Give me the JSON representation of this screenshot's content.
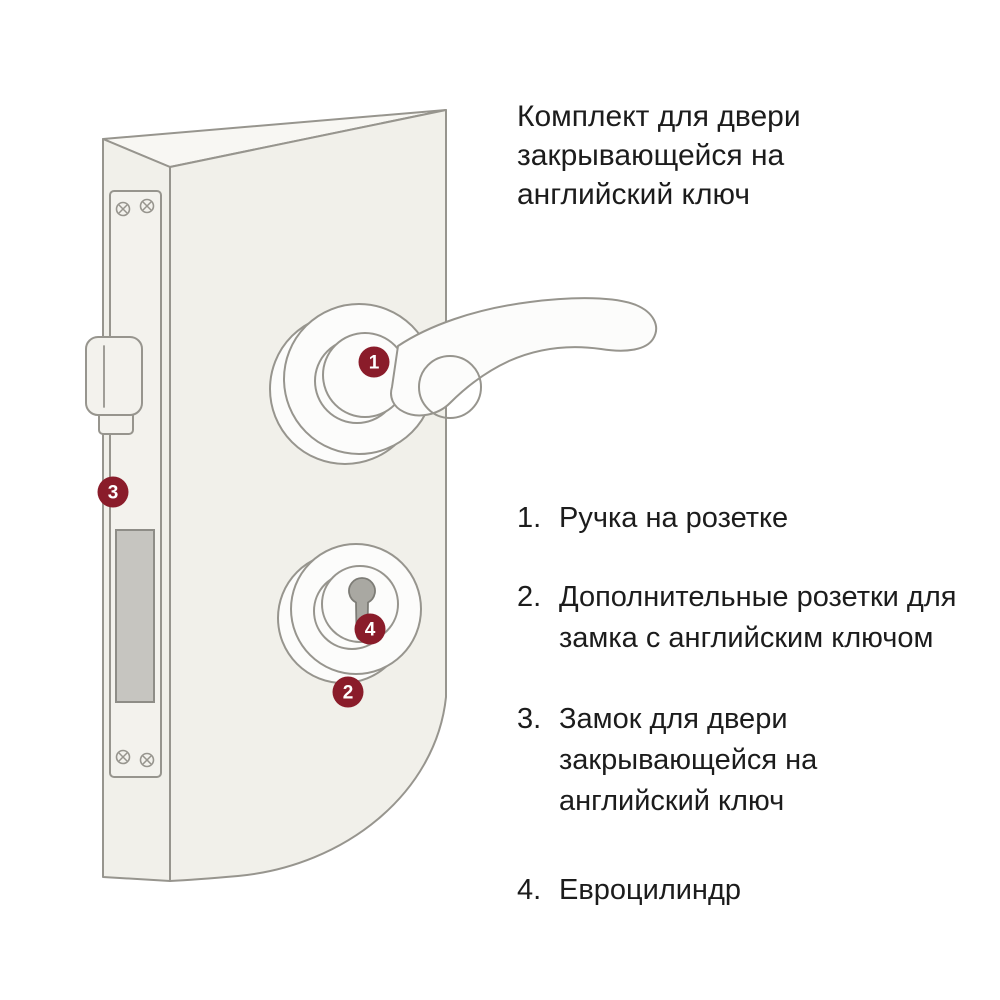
{
  "title": "Комплект для двери\nзакрывающейся на\nанглийский ключ",
  "legend": {
    "items": [
      {
        "num": "1.",
        "text": "Ручка на розетке"
      },
      {
        "num": "2.",
        "text": "Дополнительные розетки для\nзамка с английским ключом"
      },
      {
        "num": "3.",
        "text": "Замок для двери\nзакрывающейся на\nанглийский ключ"
      },
      {
        "num": "4.",
        "text": "Евроцилиндр"
      }
    ]
  },
  "badges": [
    {
      "label": "1"
    },
    {
      "label": "2"
    },
    {
      "label": "3"
    },
    {
      "label": "4"
    }
  ],
  "colors": {
    "badge": "#8a1c2a",
    "text": "#1c1c1c",
    "outline": "#97958e",
    "door_fill": "#f1f0ea",
    "rosette_fill": "#fcfcfb",
    "bolt_gray": "#c6c5c0",
    "cylinder_gray": "#a9a8a2"
  }
}
